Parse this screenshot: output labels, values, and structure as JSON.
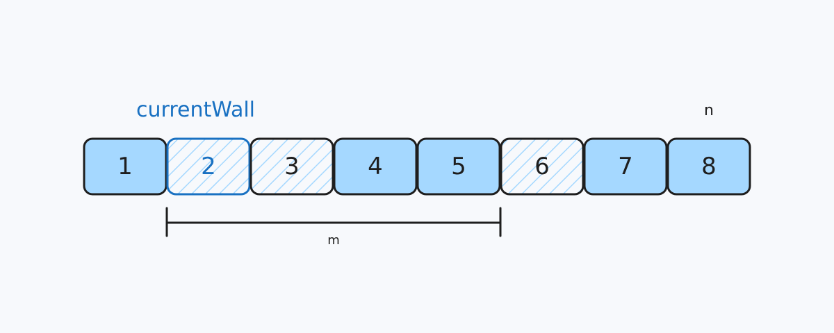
{
  "labels": {
    "current_wall": "currentWall",
    "n": "n",
    "m": "m"
  },
  "cells": [
    {
      "label": "1",
      "style": "filled"
    },
    {
      "label": "2",
      "style": "current"
    },
    {
      "label": "3",
      "style": "hatched"
    },
    {
      "label": "4",
      "style": "filled"
    },
    {
      "label": "5",
      "style": "filled"
    },
    {
      "label": "6",
      "style": "hatched"
    },
    {
      "label": "7",
      "style": "filled"
    },
    {
      "label": "8",
      "style": "filled"
    }
  ],
  "span": {
    "from_cell": 2,
    "to_cell": 5
  },
  "colors": {
    "fill": "#a5d8ff",
    "stroke": "#1e1e1e",
    "highlight": "#1971c2",
    "hatch": "#a5d8ff",
    "background": "#f7f9fc"
  }
}
